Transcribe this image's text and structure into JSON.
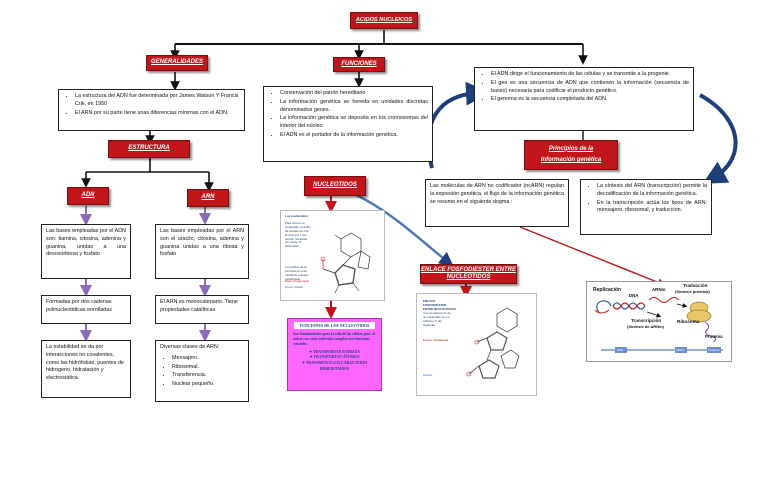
{
  "title": "ACIDOS NUCLEICOS",
  "generalidades": {
    "label": "GENERALIDADES",
    "items": [
      "La estructura del ADN fue determinada por James Watson Y Francis Crik, en 1950",
      "El ARN por su parte tiene unas diferencias mínimas con el ADN."
    ]
  },
  "estructura": {
    "label": "ESTRUCTURA"
  },
  "adn": {
    "label": "ADN",
    "bases": "Las bases empleadas por el ADN son: tiamina, citosina, adenina y guanina, unidas a una desoxirribosa y fosfato",
    "cadenas": "Formadas por dos cadenas polinucleotidicas enrolladas",
    "estabilidad": "La estabilidad se da por interacciones no covalentes, como las hidrófobas, puentes de hidrogeno, hidratación y electrostática."
  },
  "arn": {
    "label": "ARN",
    "bases": "Las bases empleadas por el ARN son el uracilo, citosina, adenina y guanina unidas a una ribosa y fosfato",
    "monocatenario": "El ARN es monocatenario. Tiene propiedades catalíticas",
    "clases_title": "Diversas clases de ARN:",
    "clases": [
      "Mensajero.",
      "Ribosomal.",
      "Transferencia.",
      "Nuclear pequeño."
    ]
  },
  "funciones": {
    "label": "FUNCIONES",
    "items": [
      "Conservación del patrón hereditario",
      "La información genética se hereda en unidades discretas denominados genes.",
      "La información genética se deposita en los cromosomas del interior del núcleo.",
      "El ADN es el portador de la información genética."
    ]
  },
  "nucleotidos": {
    "label": "NUCLEOTIDOS",
    "img_lines": [
      "Los nucleótidos",
      "Para formar un nucleótido, el anillo de la base se une al carbono 1 del azúcar mediante un enlace N-glicosídico",
      "Los anillos de la pentosa se unen mediante enlaces fosfodiéster",
      "Base nitrogenada",
      "Grupo fosfato"
    ],
    "funciones_title": "FUNCIONES DE LOS NUCLEOTIDOS",
    "funciones_intro": "Son fundamentales para la vida de las células, pues al unirse con otras moléculas cumplen tres funciones cruciales:",
    "funciones_items": [
      "TRANSPORTAN ENERGÍA",
      "TRANSPORTAN ÁTOMOS",
      "TRANSMITEN LOS CARACTERES HEREDITARIOS"
    ]
  },
  "enlace": {
    "label_line1": "ENLACE FOSFODIESTER ENTRE",
    "label_line2": "NUCLEOTIDOS",
    "img_lines": [
      "ENLACE FOSFODIESTER ENTRE NUCLEOTIDOS",
      "Une al carbono 5' de un nucleótido con el carbono 3' del siguiente",
      "Enlace fosfodiéster",
      "Azúcar"
    ]
  },
  "adn_dirige": {
    "items": [
      "El ADN dirige el funcionamiento de las células y se transmite a la progenie.",
      "El gen es una secuencia de ADN que contienen la información (secuencia de bases) necesaria para codificar el producto genético.",
      "El genoma es la secuencia completada del ADN."
    ]
  },
  "principios": {
    "line1": "Principios de la",
    "line2": "Información genética"
  },
  "moleculas": "Las moléculas de ARN no codificador (ncARN) regulan la expresión genética. el flujo de la información genética se resume en el siguiente dogma :",
  "sintesis": {
    "items": [
      "La síntesis del ARN (transcripción) permite la decodificación de la información genética.",
      "En la transcripción actúa los tipos de ARN: mensajero, ribosomal, y traducción."
    ]
  },
  "dogma": {
    "replicacion": "Replicación",
    "dna": "DNA",
    "arnm": "ARNm",
    "traduccion": "Traducción",
    "sintesis_proteica": "(Síntesis proteica)",
    "transcripcion": "Transcripción",
    "sintesis_arnm": "(Síntesis de ARNm)",
    "ribosoma": "Ribosoma",
    "proteina": "Proteína",
    "adn_tag": "ADN",
    "arnm_tag": "ARNm",
    "prot_tag": "Proteína"
  },
  "colors": {
    "red": "#c0161b",
    "blue": "#2e5fa0",
    "purple": "#8e6bb8",
    "magenta": "#ff66ff",
    "navy": "#1e3f7a"
  }
}
